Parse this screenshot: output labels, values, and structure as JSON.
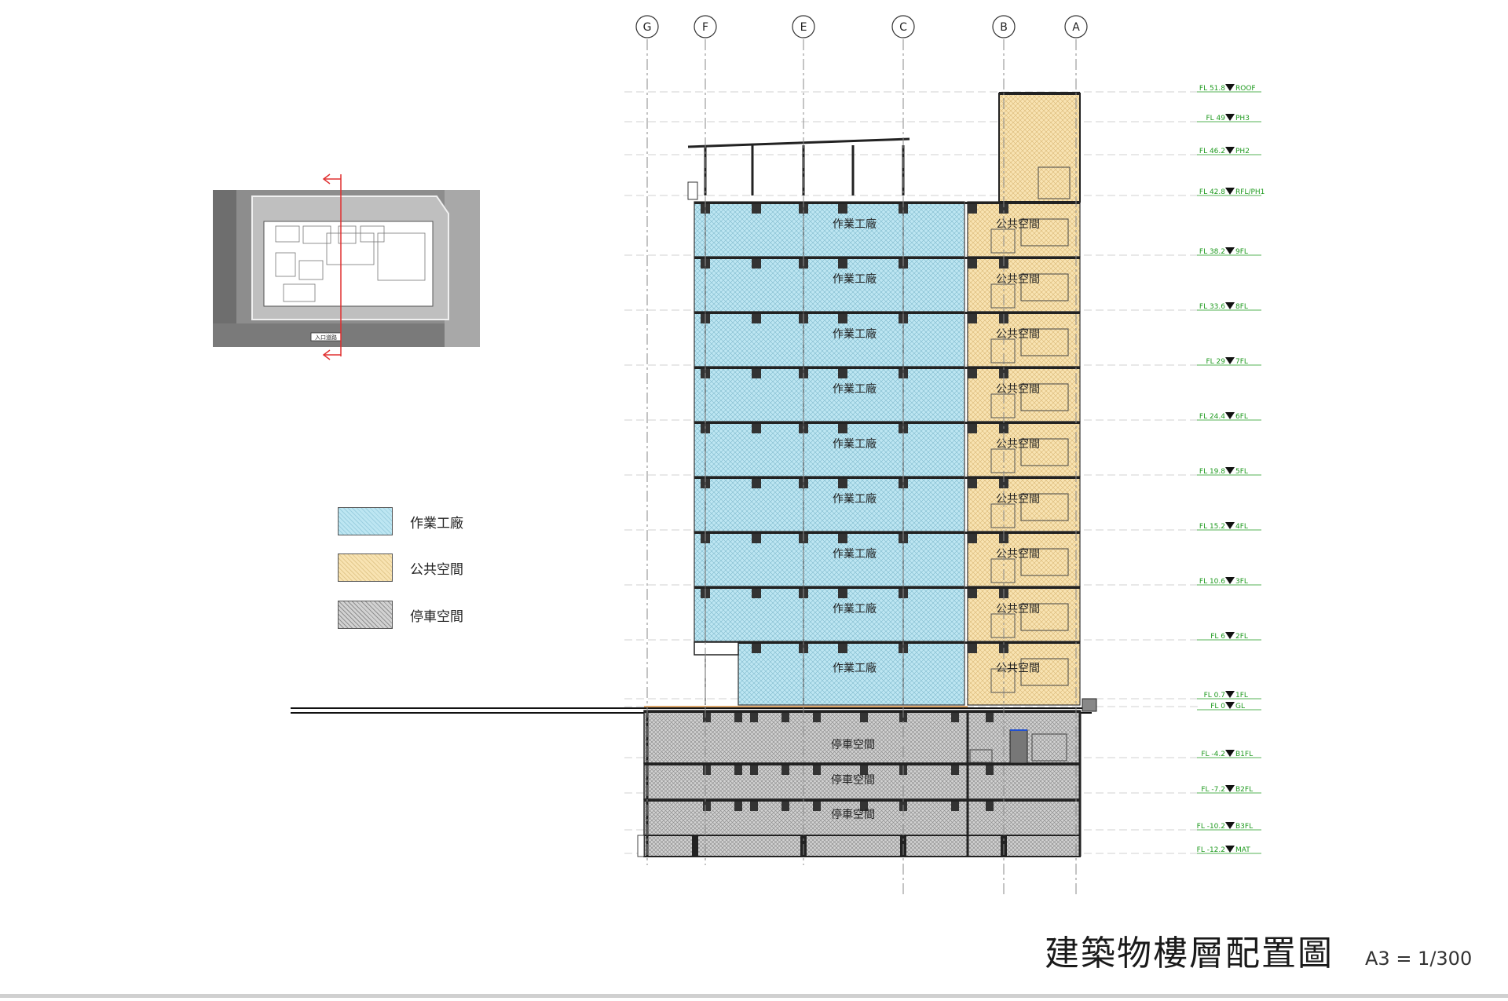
{
  "drawing": {
    "title": "建築物樓層配置圖",
    "scale": "A3 = 1/300"
  },
  "grid_axes": [
    "G",
    "F",
    "E",
    "C",
    "B",
    "A"
  ],
  "levels": [
    {
      "fl": "FL  51.8",
      "name": "ROOF"
    },
    {
      "fl": "FL  49",
      "name": "PH3"
    },
    {
      "fl": "FL  46.2",
      "name": "PH2"
    },
    {
      "fl": "FL  42.8",
      "name": "RFL/PH1"
    },
    {
      "fl": "FL  38.2",
      "name": "9FL"
    },
    {
      "fl": "FL  33.6",
      "name": "8FL"
    },
    {
      "fl": "FL  29",
      "name": "7FL"
    },
    {
      "fl": "FL  24.4",
      "name": "6FL"
    },
    {
      "fl": "FL  19.8",
      "name": "5FL"
    },
    {
      "fl": "FL  15.2",
      "name": "4FL"
    },
    {
      "fl": "FL  10.6",
      "name": "3FL"
    },
    {
      "fl": "FL  6",
      "name": "2FL"
    },
    {
      "fl": "FL  0.7",
      "name": "1FL"
    },
    {
      "fl": "FL  0",
      "name": "GL"
    },
    {
      "fl": "FL  -4.2",
      "name": "B1FL"
    },
    {
      "fl": "FL  -7.2",
      "name": "B2FL"
    },
    {
      "fl": "FL  -10.2",
      "name": "B3FL"
    },
    {
      "fl": "FL  -12.2",
      "name": "MAT"
    }
  ],
  "zones": {
    "factory": {
      "label": "作業工廠",
      "color": "#bde6f2",
      "hatch": "#7fb9cc"
    },
    "public": {
      "label": "公共空間",
      "color": "#f8e3b2",
      "hatch": "#d8b774"
    },
    "parking": {
      "label": "停車空間",
      "color": "#d2d2d2",
      "hatch": "#8f8f8f"
    }
  },
  "legend": [
    {
      "zone": "factory",
      "label": "作業工廠"
    },
    {
      "zone": "public",
      "label": "公共空間"
    },
    {
      "zone": "parking",
      "label": "停車空間"
    }
  ],
  "floors": [
    {
      "factory": "作業工廠",
      "public": "公共空間"
    },
    {
      "factory": "作業工廠",
      "public": "公共空間"
    },
    {
      "factory": "作業工廠",
      "public": "公共空間"
    },
    {
      "factory": "作業工廠",
      "public": "公共空間"
    },
    {
      "factory": "作業工廠",
      "public": "公共空間"
    },
    {
      "factory": "作業工廠",
      "public": "公共空間"
    },
    {
      "factory": "作業工廠",
      "public": "公共空間"
    },
    {
      "factory": "作業工廠",
      "public": "公共空間"
    },
    {
      "factory": "作業工廠",
      "public": "公共空間"
    }
  ],
  "basements": [
    {
      "label": "停車空間"
    },
    {
      "label": "停車空間"
    },
    {
      "label": "停車空間"
    }
  ],
  "site_plan": {
    "caption": "入口道路"
  },
  "colors": {
    "level_marker": "#1e9a1e",
    "section_arrow": "#e03030",
    "grid_line": "#8a8a8a"
  }
}
